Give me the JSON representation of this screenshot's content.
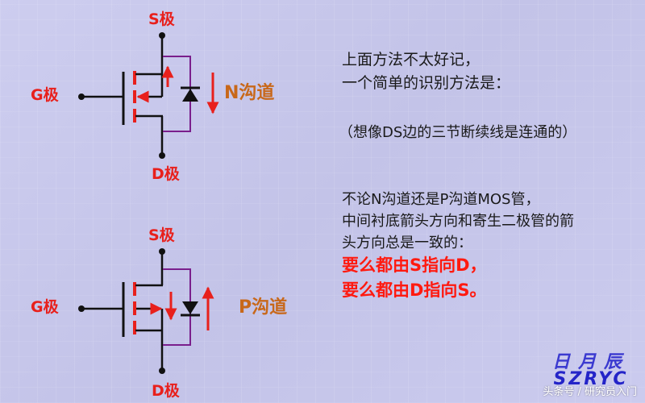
{
  "nmos": {
    "source_label": "S极",
    "gate_label": "G极",
    "drain_label": "D极",
    "channel_label": "N沟道"
  },
  "pmos": {
    "source_label": "S极",
    "gate_label": "G极",
    "drain_label": "D极",
    "channel_label": "P沟道"
  },
  "text": {
    "line1": "上面方法不太好记，",
    "line2": "一个简单的识别方法是：",
    "note": "（想像DS边的三节断续线是连通的）",
    "rule1": "不论N沟道还是P沟道MOS管，",
    "rule2": "中间衬底箭头方向和寄生二极管的箭",
    "rule3": "头方向总是一致的：",
    "emph1": "要么都由S指向D，",
    "emph2": "要么都由D指向S。"
  },
  "watermark": {
    "logo_cn": "日月辰",
    "logo_en": "SZRYC",
    "source": "头条号 / 研究员入门"
  },
  "colors": {
    "wire": "#111111",
    "highlight": "#e8201c",
    "body_diode_loop": "#7a1f8c",
    "channel_label": "#c8681a",
    "background": "#c6c6ea"
  }
}
